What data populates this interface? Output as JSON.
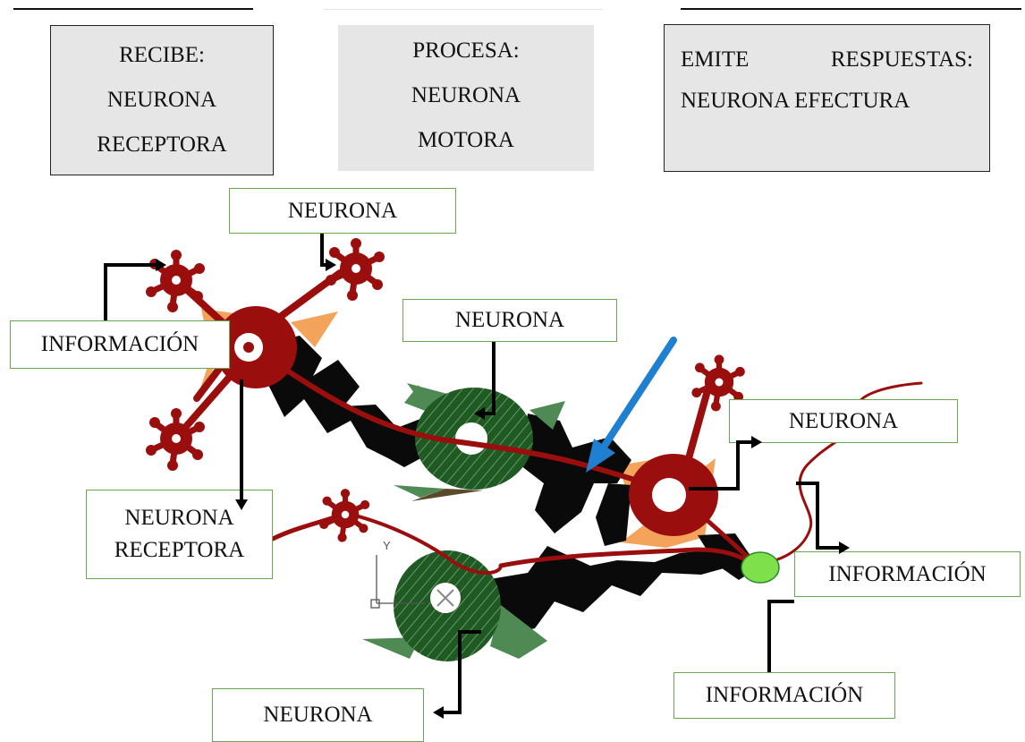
{
  "top_boxes": {
    "recibe": {
      "line1": "RECIBE:",
      "line2": "NEURONA",
      "line3": "RECEPTORA"
    },
    "procesa": {
      "line1": "PROCESA:",
      "line2": "NEURONA",
      "line3": "MOTORA"
    },
    "emite": {
      "word1": "EMITE",
      "word2": "RESPUESTAS:",
      "line2": "NEURONA EFECTURA"
    }
  },
  "labels": {
    "neurona_top": "NEURONA",
    "informacion_left": "INFORMACIÓN",
    "neurona_center": "NEURONA",
    "neurona_right": "NEURONA",
    "neurona_receptora_l1": "NEURONA",
    "neurona_receptora_l2": "RECEPTORA",
    "informacion_right": "INFORMACIÓN",
    "informacion_bottom": "INFORMACIÓN",
    "neurona_bottom": "NEURONA"
  },
  "cad_axis_label": "Y",
  "colors": {
    "neuron_red": "#9b0e0e",
    "neuron_green": "#1e5a22",
    "axon_black": "#0a0a0a",
    "accent_orange": "#f4a35a",
    "arrow_blue": "#1f7fd0",
    "synapse_green": "#7ee04a",
    "label_border": "#6aa84f",
    "box_grey": "#e6e6e6"
  }
}
